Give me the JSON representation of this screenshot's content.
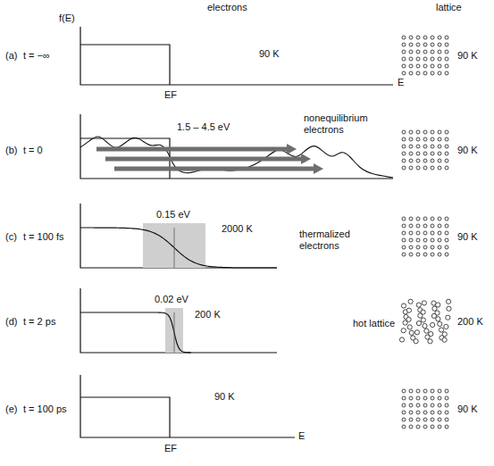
{
  "diagram": {
    "labels": [
      "electrons",
      "lattice",
      "f(E)",
      "(a)",
      "t = −∞",
      "90 K",
      "90 K",
      "EF",
      "E",
      "(b)",
      "t = 0",
      "1.5 – 4.5 eV",
      "nonequilibrium electrons",
      "90 K",
      "(c)",
      "t = 100 fs",
      "0.15 eV",
      "2000 K",
      "thermalized electrons",
      "90 K",
      "(d)",
      "t = 2 ps",
      "0.02 eV",
      "200 K",
      "hot lattice",
      "200 K",
      "(e)",
      "t = 100 ps",
      "90 K",
      "90 K",
      "EF",
      "E"
    ]
  }
}
